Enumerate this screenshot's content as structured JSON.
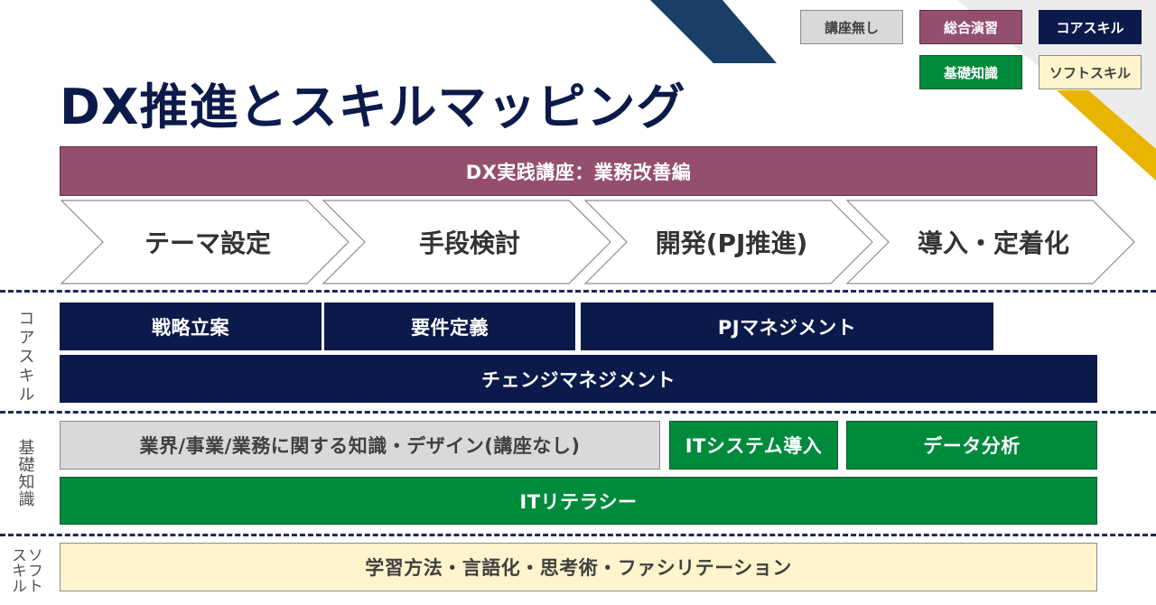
{
  "title": "DX推進とスキルマッピング",
  "legend": {
    "none": "講座無し",
    "comprehensive": "総合演習",
    "core": "コアスキル",
    "basic": "基礎知識",
    "soft": "ソフトスキル"
  },
  "banner": "DX実践講座：業務改善編",
  "phases": [
    "テーマ設定",
    "手段検討",
    "開発(PJ推進)",
    "導入・定着化"
  ],
  "sections": {
    "core": "コアスキル",
    "basic": "基礎知識",
    "soft": "ソフトスキル"
  },
  "core_skills": {
    "strategy": "戦略立案",
    "requirements": "要件定義",
    "pj_management": "PJマネジメント",
    "change_management": "チェンジマネジメント"
  },
  "basic_skills": {
    "business_knowledge": "業界/事業/業務に関する知識・デザイン(講座なし)",
    "it_system": "ITシステム導入",
    "data_analysis": "データ分析",
    "it_literacy": "ITリテラシー"
  },
  "soft_skills": {
    "methods": "学習方法・言語化・思考術・ファシリテーション"
  },
  "colors": {
    "navy": "#0b1a4a",
    "green": "#008a3c",
    "grey": "#d9d9d9",
    "cream": "#fff4cc",
    "plum": "#944f6e",
    "accent_yellow": "#e8b400"
  }
}
